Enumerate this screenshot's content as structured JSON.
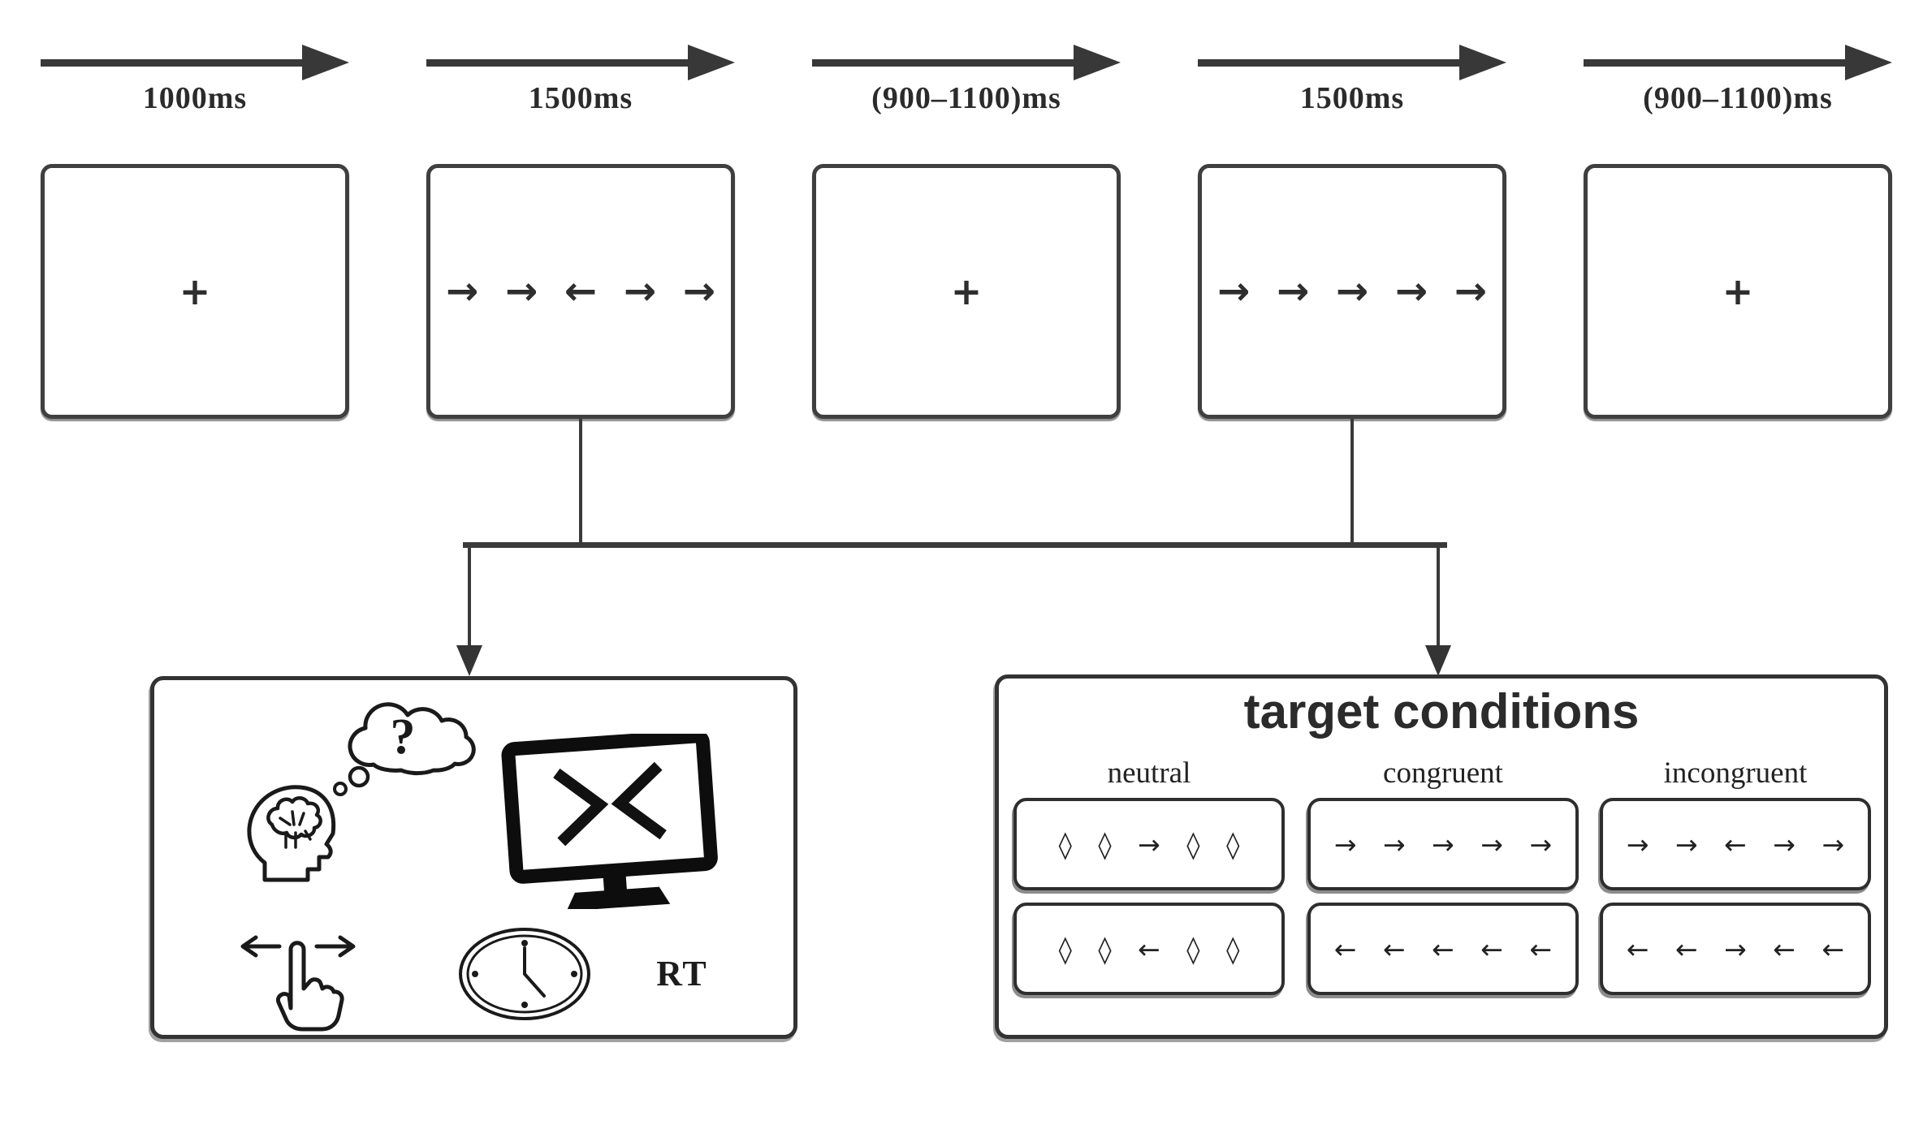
{
  "timeline": {
    "steps": [
      {
        "duration": "1000ms",
        "stimulus": "+",
        "type": "fixation"
      },
      {
        "duration": "1500ms",
        "stimulus": "→ → ← → →",
        "type": "target-incongruent"
      },
      {
        "duration": "(900–1100)ms",
        "stimulus": "+",
        "type": "fixation"
      },
      {
        "duration": "1500ms",
        "stimulus": "→ → → → →",
        "type": "target-congruent"
      },
      {
        "duration": "(900–1100)ms",
        "stimulus": "+",
        "type": "fixation"
      }
    ]
  },
  "response_panel": {
    "rt_label": "RT",
    "question_mark": "?",
    "icons": [
      "brain-head",
      "thought-question",
      "monitor-flanker",
      "hand-response",
      "clock"
    ]
  },
  "target_conditions": {
    "title": "target conditions",
    "columns": [
      {
        "label": "neutral",
        "rows": [
          "◊ ◊ → ◊ ◊",
          "◊ ◊ ← ◊ ◊"
        ]
      },
      {
        "label": "congruent",
        "rows": [
          "→ → → → →",
          "← ← ← ← ←"
        ]
      },
      {
        "label": "incongruent",
        "rows": [
          "→ → ← → →",
          "← ← → ← ←"
        ]
      }
    ]
  },
  "colors": {
    "ink": "#2e2e2e",
    "line": "#3a3a3a",
    "border": "#333333"
  }
}
